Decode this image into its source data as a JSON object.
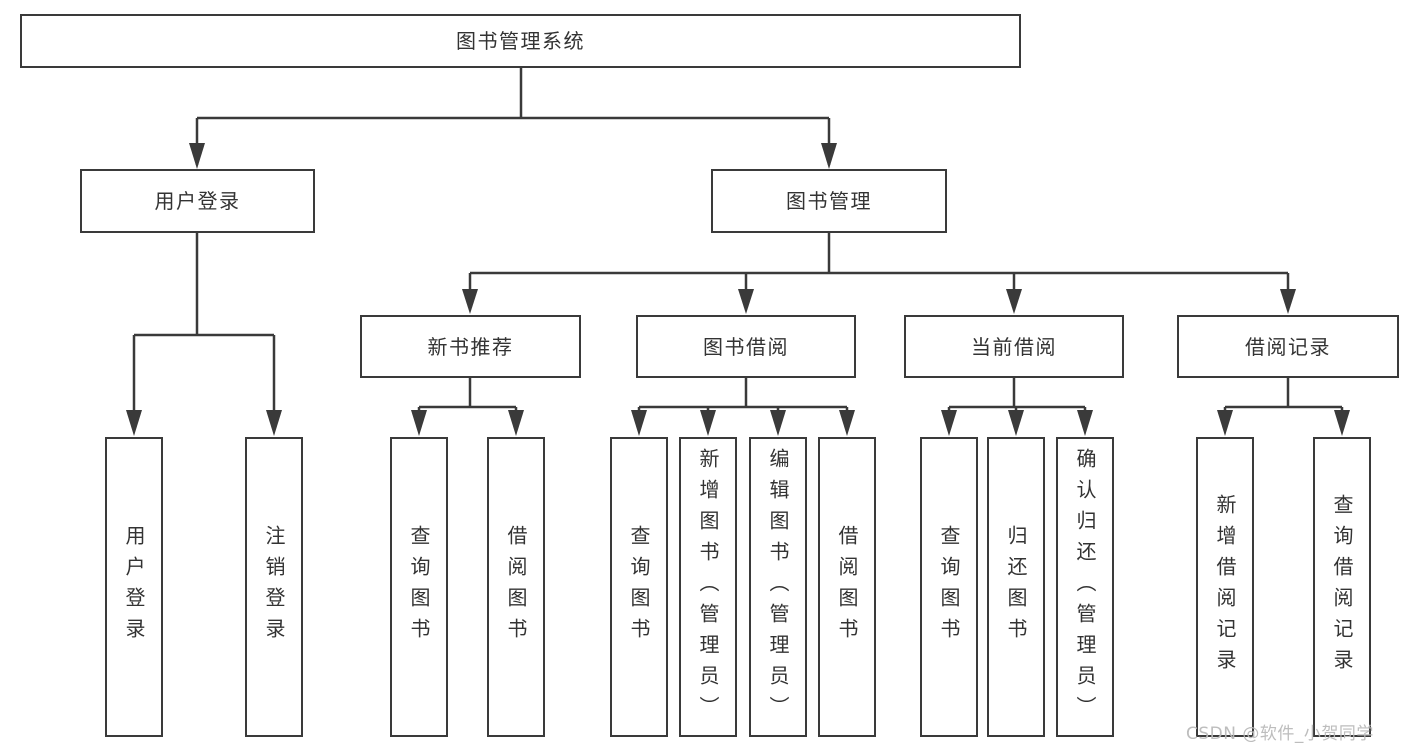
{
  "diagram_title": "图书管理系统",
  "tree": {
    "label": "图书管理系统",
    "children": [
      {
        "label": "用户登录",
        "children": [
          {
            "label": "用户登录"
          },
          {
            "label": "注销登录"
          }
        ]
      },
      {
        "label": "图书管理",
        "children": [
          {
            "label": "新书推荐",
            "children": [
              {
                "label": "查询图书"
              },
              {
                "label": "借阅图书"
              }
            ]
          },
          {
            "label": "图书借阅",
            "children": [
              {
                "label": "查询图书"
              },
              {
                "label": "新增图书（管理员）"
              },
              {
                "label": "编辑图书（管理员）"
              },
              {
                "label": "借阅图书"
              }
            ]
          },
          {
            "label": "当前借阅",
            "children": [
              {
                "label": "查询图书"
              },
              {
                "label": "归还图书"
              },
              {
                "label": "确认归还（管理员）"
              }
            ]
          },
          {
            "label": "借阅记录",
            "children": [
              {
                "label": "新增借阅记录"
              },
              {
                "label": "查询借阅记录"
              }
            ]
          }
        ]
      }
    ]
  },
  "watermark": {
    "text": "CSDN @软件_小贺同学"
  },
  "colors": {
    "line": "#3a3a3a",
    "text": "#333333",
    "background": "#ffffff",
    "watermark": "#b9b9b9"
  }
}
